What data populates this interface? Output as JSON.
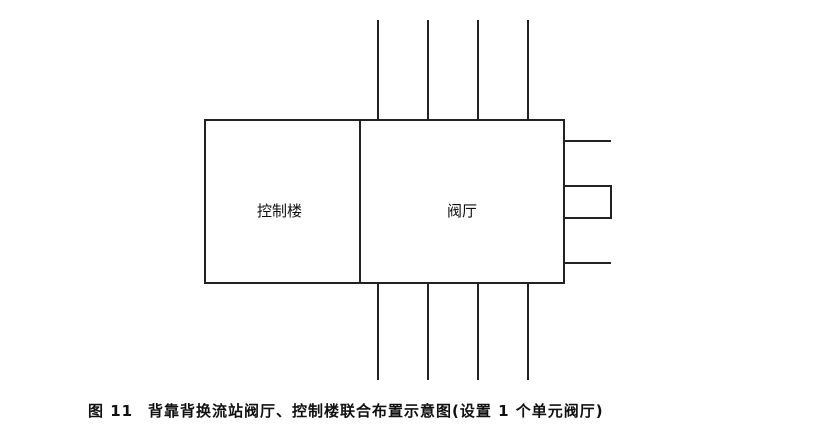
{
  "diagram": {
    "control_building_label": "控制楼",
    "valve_hall_label": "阀厅"
  },
  "caption": {
    "figure_number": "图 11",
    "text": "背靠背换流站阀厅、控制楼联合布置示意图(设置 1 个单元阀厅)"
  }
}
